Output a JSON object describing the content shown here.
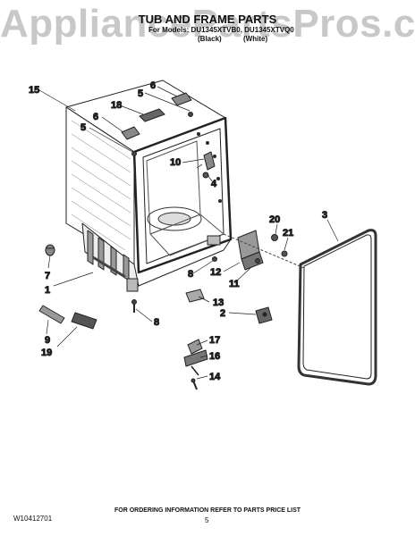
{
  "watermark": "AppliancePartsPros.com",
  "header": {
    "title": "TUB AND FRAME PARTS",
    "models": "For Models: DU1345XTVB0, DU1345XTVQ0",
    "variants": [
      "(Black)",
      "(White)"
    ]
  },
  "callouts": {
    "c15": "15",
    "c6a": "6",
    "c5a": "5",
    "c18": "18",
    "c6b": "6",
    "c5b": "5",
    "c10": "10",
    "c4": "4",
    "c7": "7",
    "c1": "1",
    "c8a": "8",
    "c20": "20",
    "c21": "21",
    "c3": "3",
    "c12": "12",
    "c11": "11",
    "c13": "13",
    "c2": "2",
    "c8b": "8",
    "c9": "9",
    "c19": "19",
    "c17": "17",
    "c16": "16",
    "c14": "14"
  },
  "footer": {
    "doc_number": "W10412701",
    "order_info": "FOR ORDERING INFORMATION REFER TO PARTS PRICE LIST",
    "page_number": "5"
  }
}
